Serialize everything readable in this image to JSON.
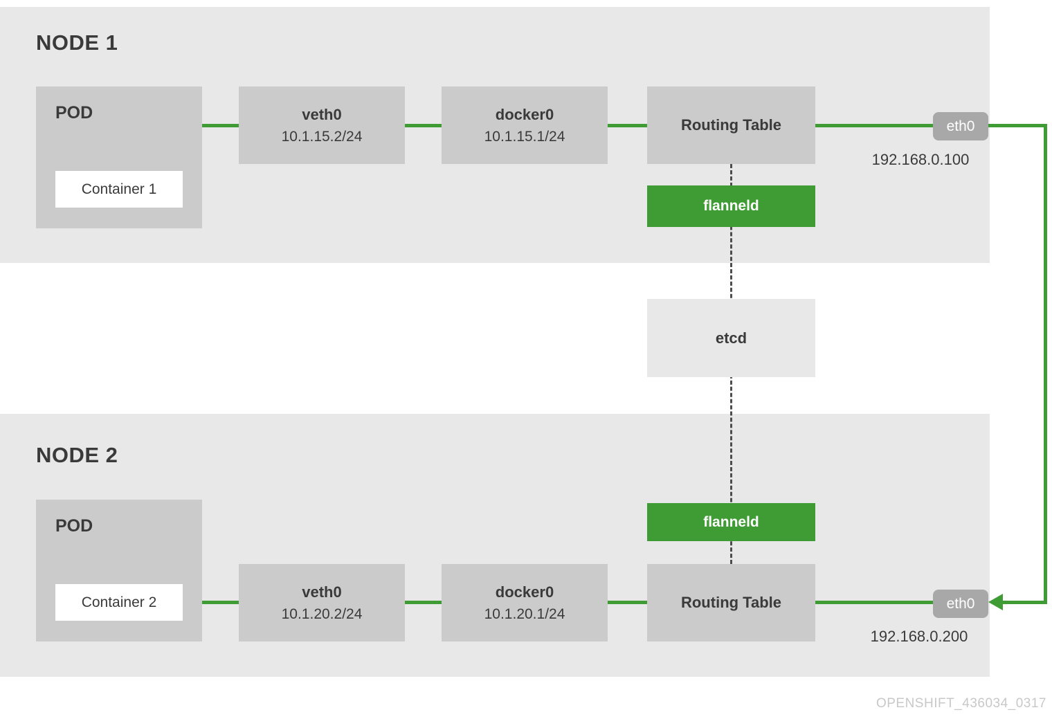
{
  "watermark": "OPENSHIFT_436034_0317",
  "etcd": {
    "label": "etcd"
  },
  "colors": {
    "green": "#3f9c35",
    "band": "#e8e8e8",
    "box_gray": "#cbcbcb",
    "badge_gray": "#a8a8a8",
    "text_dark": "#3a3a3a",
    "dash": "#4d4d4d",
    "watermark": "#c8c8c8"
  },
  "node1": {
    "title": "NODE 1",
    "pod": {
      "label": "POD",
      "container_label": "Container 1"
    },
    "veth": {
      "name": "veth0",
      "ip": "10.1.15.2/24"
    },
    "docker": {
      "name": "docker0",
      "ip": "10.1.15.1/24"
    },
    "routing_label": "Routing Table",
    "flanneld_label": "flanneld",
    "eth": {
      "name": "eth0",
      "ip": "192.168.0.100"
    }
  },
  "node2": {
    "title": "NODE 2",
    "pod": {
      "label": "POD",
      "container_label": "Container 2"
    },
    "veth": {
      "name": "veth0",
      "ip": "10.1.20.2/24"
    },
    "docker": {
      "name": "docker0",
      "ip": "10.1.20.1/24"
    },
    "routing_label": "Routing Table",
    "flanneld_label": "flanneld",
    "eth": {
      "name": "eth0",
      "ip": "192.168.0.200"
    }
  }
}
